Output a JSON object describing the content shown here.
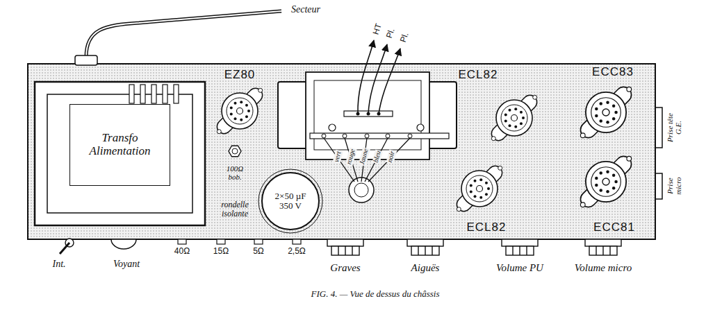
{
  "diagram": {
    "caption": "FIG. 4. — Vue de dessus du châssis",
    "nodes": [
      {
        "text": [
          "Transfo Alimentation"
        ]
      },
      {
        "text": [
          "2×50 µF 350 V"
        ]
      }
    ],
    "labels": [
      "Secteur",
      "EZ80",
      "HT",
      "Pl.",
      "Pl.",
      "ECL82",
      "ECC83",
      "100Ω bob.",
      "rondelle isolante",
      "vert",
      "rouge",
      "Jaune",
      "bleu",
      "noir",
      "ECL82",
      "ECC81",
      "Prise tête G.E.",
      "Prise micro",
      "Int.",
      "Voyant",
      "40Ω",
      "15Ω",
      "5Ω",
      "2,5Ω",
      "Graves",
      "Aiguës",
      "Volume PU",
      "Volume micro"
    ]
  }
}
